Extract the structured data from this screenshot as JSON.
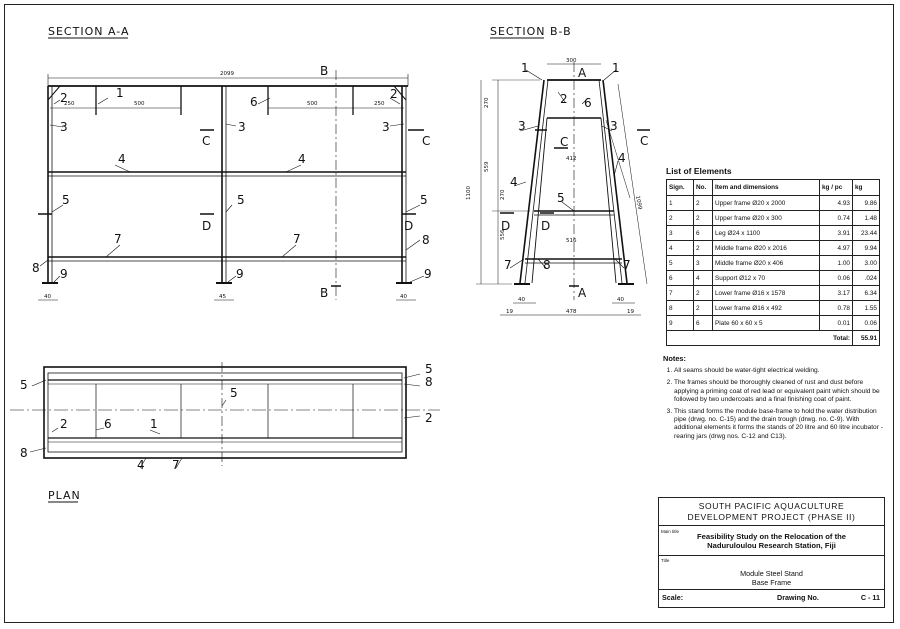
{
  "views": {
    "section_aa": "SECTION A-A",
    "section_bb": "SECTION B-B",
    "plan": "PLAN"
  },
  "dimensions": {
    "overall_length": "2099",
    "span_left": "500",
    "span_right": "500",
    "end_left": "250",
    "end_right": "250",
    "foot_left": "40",
    "foot_mid": "45",
    "foot_right": "40",
    "bb_top_width": "300",
    "bb_height_1": "270",
    "bb_height_2": "559",
    "bb_height_3": "1100",
    "bb_height_4": "270",
    "bb_height_5": "556",
    "bb_height_6": "1099",
    "bb_mid_width": "412",
    "bb_bottom_width": "516",
    "bb_lower_width": "478",
    "bb_foot_left": "40",
    "bb_foot_right": "40",
    "bb_base_left": "19",
    "bb_base_right": "19"
  },
  "callouts": {
    "section_b": "B",
    "section_c": "C",
    "section_d": "D",
    "section_a": "A"
  },
  "elements": {
    "heading": "List of Elements",
    "columns": [
      "Sign.",
      "No.",
      "Item and dimensions",
      "kg / pc",
      "kg"
    ],
    "rows": [
      [
        "1",
        "2",
        "Upper frame Ø20 x 2000",
        "4.93",
        "9.86"
      ],
      [
        "2",
        "2",
        "Upper frame Ø20 x 300",
        "0.74",
        "1.48"
      ],
      [
        "3",
        "6",
        "Leg Ø24 x 1100",
        "3.91",
        "23.44"
      ],
      [
        "4",
        "2",
        "Middle frame Ø20 x 2016",
        "4.97",
        "9.94"
      ],
      [
        "5",
        "3",
        "Middle frame Ø20 x 406",
        "1.00",
        "3.00"
      ],
      [
        "6",
        "4",
        "Support Ø12 x 70",
        "0.06",
        ".024"
      ],
      [
        "7",
        "2",
        "Lower frame Ø16 x 1578",
        "3.17",
        "6.34"
      ],
      [
        "8",
        "2",
        "Lower frame Ø16 x 492",
        "0.78",
        "1.55"
      ],
      [
        "9",
        "6",
        "Plate 60 x 60 x 5",
        "0.01",
        "0.06"
      ]
    ],
    "total_label": "Total:",
    "total_value": "55.91"
  },
  "notes": {
    "heading": "Notes:",
    "items": [
      "All seams should be water-tight electrical welding.",
      "The frames should be thoroughly cleaned of rust and dust before applying a priming coat of red lead or equivalent paint which should be followed by two undercoats and a final finishing coat of paint.",
      "This stand forms the module base-frame to hold the water distribution pipe (drwg. no. C-15) and the drain trough (drwg. no. C-9). With additional elements it forms the stands of 20 litre and 60 litre incubator - rearing jars (drwg nos. C-12 and C13)."
    ]
  },
  "title_block": {
    "org_line1": "SOUTH PACIFIC AQUACULTURE",
    "org_line2": "DEVELOPMENT PROJECT (PHASE II)",
    "main_tag": "Main title",
    "main_line1": "Feasibility Study on the Relocation of the",
    "main_line2": "Naduruloulou Research Station, Fiji",
    "title_tag": "Title",
    "title_line1": "Module Steel Stand",
    "title_line2": "Base Frame",
    "scale_label": "Scale:",
    "drawing_label": "Drawing No.",
    "drawing_no": "C - 11"
  }
}
